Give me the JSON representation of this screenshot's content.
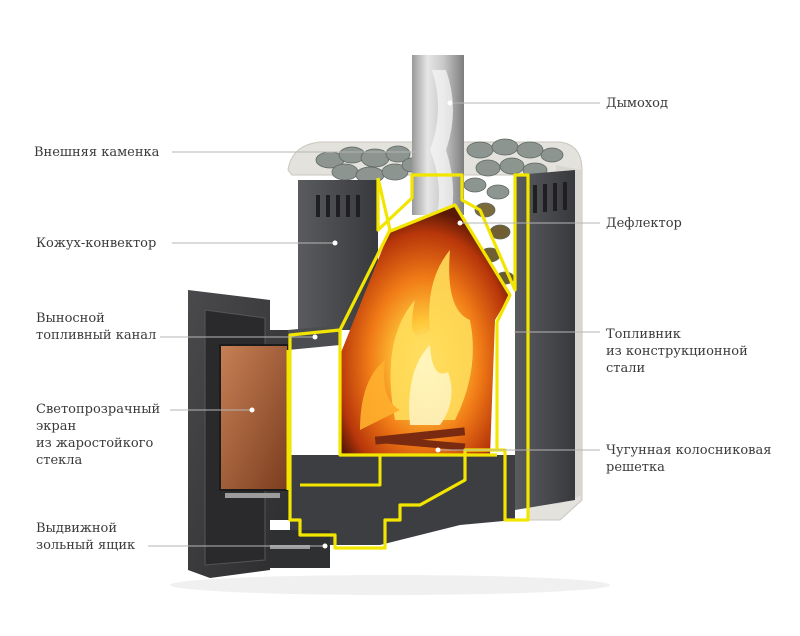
{
  "labels": {
    "chimney": "Дымоход",
    "outer_stones": "Внешняя каменка",
    "deflector": "Дефлектор",
    "convector_casing": "Кожух-конвектор",
    "fuel_channel": "Выносной\nтопливный канал",
    "firebox": "Топливник\nиз конструкционной\nстали",
    "glass_screen": "Светопрозрачный\nэкран\nиз жаростойкого\nстекла",
    "grate": "Чугунная колосниковая\nрешетка",
    "ash_drawer": "Выдвижной\nзольный ящик"
  },
  "colors": {
    "outline": "#f2e600",
    "metal_dark": "#3b3b3e",
    "metal_mid": "#55565a",
    "fire_core": "#ffd24a",
    "fire_mid": "#ff8a1a",
    "fire_outer": "#d8420c",
    "leader": "#b5b5b5",
    "stone": "#8c9590"
  }
}
